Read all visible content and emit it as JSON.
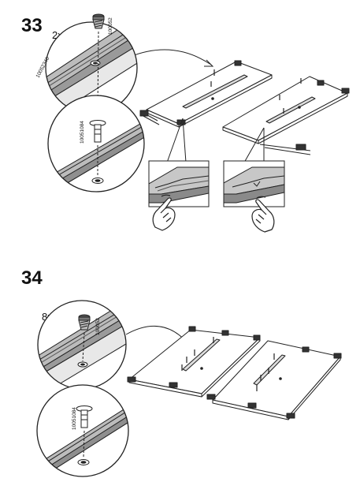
{
  "steps": [
    {
      "number": "33",
      "quantity": "2x",
      "parts": {
        "screw": "100052",
        "dowel": "10051084",
        "panel": "10052340"
      }
    },
    {
      "number": "34",
      "quantity": "8x",
      "parts": {
        "screw": "100052",
        "dowel": "10051084"
      }
    }
  ]
}
